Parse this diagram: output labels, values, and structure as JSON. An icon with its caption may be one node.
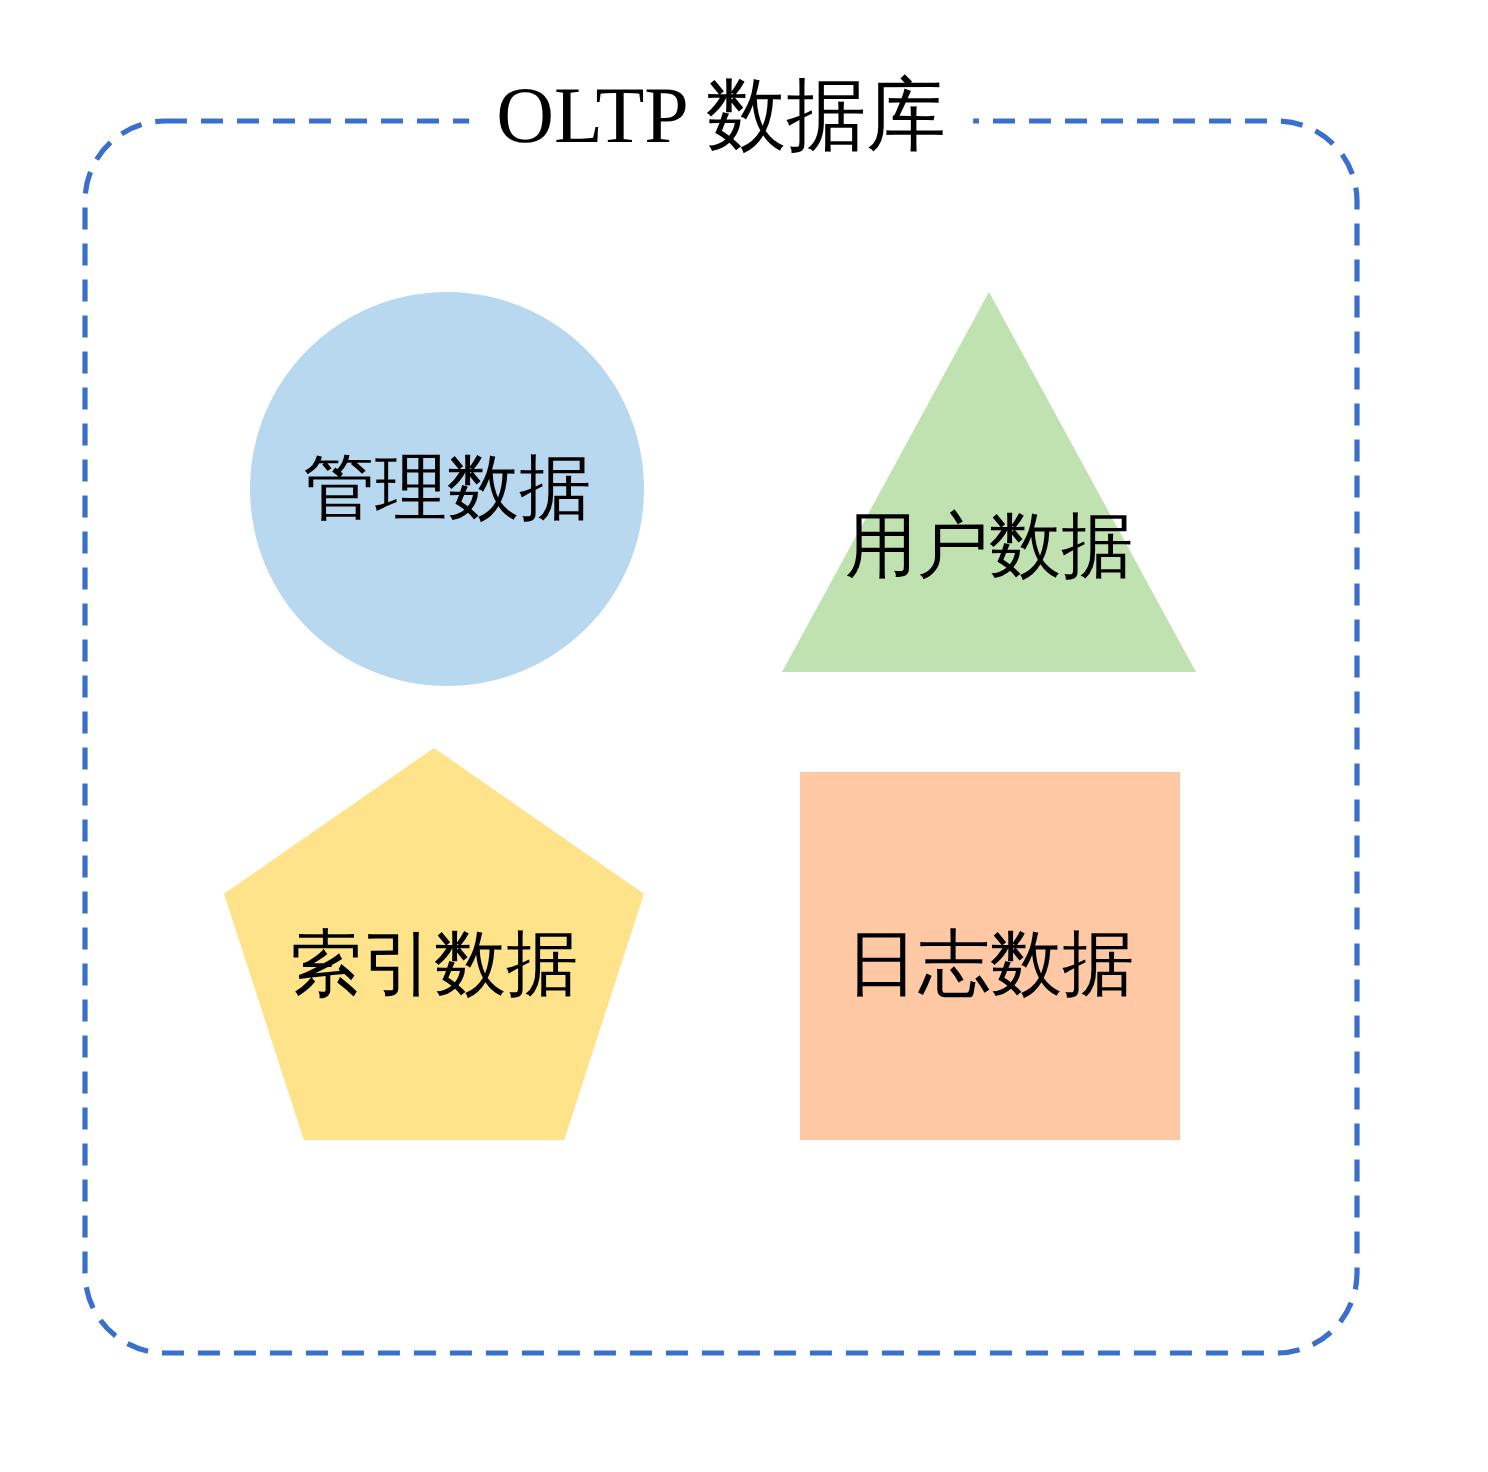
{
  "diagram": {
    "nodes": [
      {
        "text": [
          "OLTP 数据库"
        ]
      },
      {
        "text": [
          "管理数据"
        ],
        "in": 0
      },
      {
        "text": [
          "用户数据"
        ],
        "in": 0
      },
      {
        "text": [
          "索引数据"
        ],
        "in": 0
      },
      {
        "text": [
          "日志数据"
        ],
        "in": 0
      }
    ]
  }
}
